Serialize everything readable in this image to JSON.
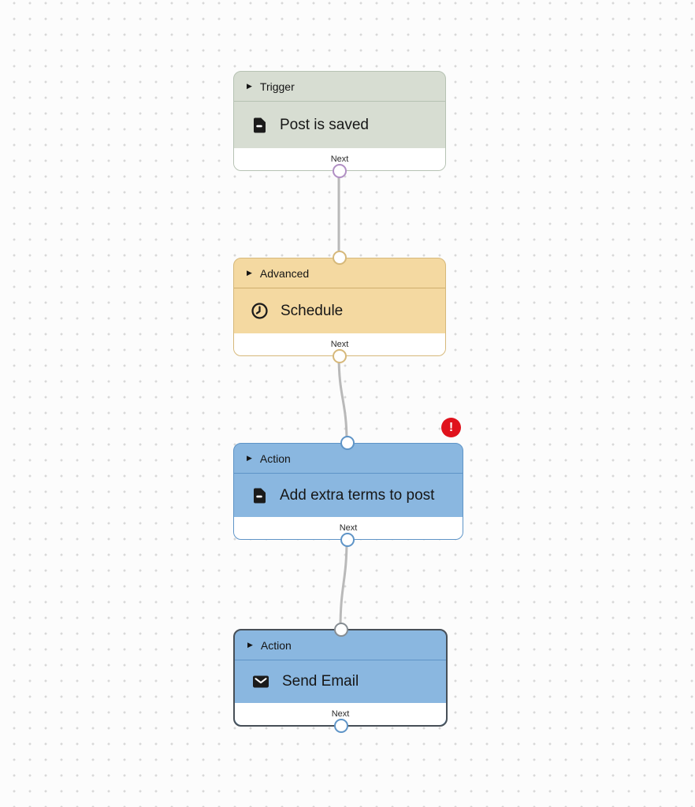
{
  "canvas": {
    "background_color": "#fcfcfc",
    "dot_color": "#d8d8d8"
  },
  "collapse_arrow": "▶",
  "nodes": [
    {
      "type": "Trigger",
      "title": "Post is saved",
      "icon": "document-icon",
      "port_label": "Next",
      "color": "#d7ddd2",
      "border_color": "#b6c2b3"
    },
    {
      "type": "Advanced",
      "title": "Schedule",
      "icon": "clock-icon",
      "port_label": "Next",
      "color": "#f4d9a1",
      "border_color": "#d6b87a"
    },
    {
      "type": "Action",
      "title": "Add extra terms to post",
      "icon": "document-icon",
      "port_label": "Next",
      "color": "#8ab7e0",
      "border_color": "#5e94c7",
      "has_error": true
    },
    {
      "type": "Action",
      "title": "Send Email",
      "icon": "mail-icon",
      "port_label": "Next",
      "color": "#8ab7e0",
      "border_color": "#474f57",
      "selected": true
    }
  ],
  "error_badge": {
    "glyph": "!",
    "color": "#e0121c"
  }
}
